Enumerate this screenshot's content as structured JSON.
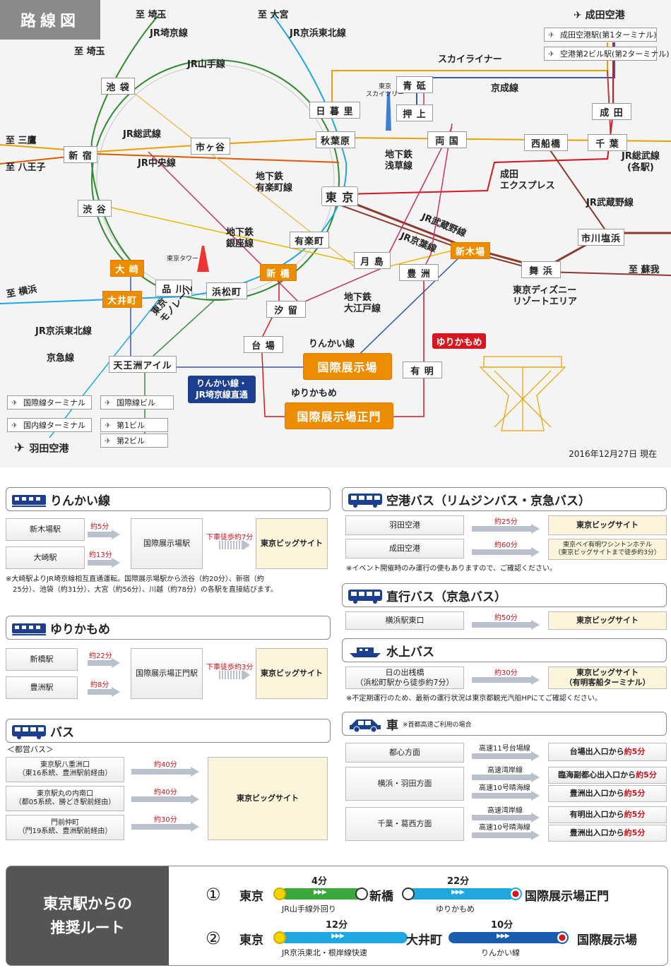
{
  "map": {
    "title": "路線図",
    "date": "2016年12月27日 現在",
    "narita": "成田空港",
    "narita_t1": "成田空港駅(第1ターミナル)",
    "narita_t2": "空港第2ビル駅(第2ターミナル)",
    "haneda": "羽田空港",
    "haneda_term": [
      "国際線ターミナル",
      "国内線ターミナル",
      "国際線ビル",
      "第1ビル",
      "第2ビル"
    ],
    "stations": {
      "ikebukuro": "池 袋",
      "shinjuku": "新 宿",
      "shibuya": "渋 谷",
      "ichigaya": "市ヶ谷",
      "nippori": "日 暮 里",
      "akihabara": "秋葉原",
      "tokyo": "東 京",
      "yurakucho": "有楽町",
      "shinbashi": "新 橋",
      "osaki": "大 崎",
      "oimachi": "大井町",
      "shinagawa": "品 川",
      "hamamatsucho": "浜松町",
      "shiodome": "汐 留",
      "tsukishima": "月 島",
      "toyosu": "豊 洲",
      "shinkiba": "新木場",
      "maihama": "舞 浜",
      "ichikawa": "市川塩浜",
      "aoto": "青 砥",
      "oshiage": "押 上",
      "ryogoku": "両 国",
      "nishifunabashi": "西船橋",
      "chiba": "千 葉",
      "naritast": "成 田",
      "daiba": "台 場",
      "tennozu": "天王洲アイル",
      "ariake": "有 明",
      "kokusai": "国際展示場",
      "seimon": "国際展示場正門"
    },
    "labels": {
      "l1": "至 埼玉",
      "l2": "JR埼京線",
      "l3": "至 大宮",
      "l4": "JR京浜東北線",
      "l5": "至 埼玉",
      "l6": "JR山手線",
      "l7": "スカイライナー",
      "l8": "京成線",
      "l9": "東京",
      "l10": "スカイツリー",
      "l11": "至 三鷹",
      "l12": "至 八王子",
      "l13": "JR総武線",
      "l14": "JR中央線",
      "l15": "地下鉄",
      "l16": "有楽町線",
      "l17": "地下鉄",
      "l18": "浅草線",
      "l19": "成田",
      "l20": "エクスプレス",
      "l21": "JR総武線",
      "l22": "(各駅)",
      "l23": "JR武蔵野線",
      "l24": "地下鉄",
      "l25": "銀座線",
      "l26": "JR武蔵野線",
      "l27": "JR京葉線",
      "l28": "東京タワー",
      "l29": "至 蘇我",
      "l30": "東京ディズニー",
      "l31": "リゾートエリア",
      "l32": "地下鉄",
      "l33": "大江戸線",
      "l34": "至 横浜",
      "l35": "JR京浜東北線",
      "l36": "東京",
      "l37": "モノレール",
      "l38": "京急線",
      "l39": "りんかい線",
      "l40": "ゆりかもめ"
    },
    "rinkai_jr": "りんかい線・\nJR埼京線直通",
    "yurikamome": "ゆりかもめ"
  },
  "rinkai": {
    "title": "りんかい線",
    "from": [
      "新木場駅",
      "大崎駅"
    ],
    "times": [
      "約5分",
      "約13分"
    ],
    "mid": "国際展示場駅",
    "walk": "下車徒歩約7分",
    "dest": "東京ビッグサイト",
    "note": "※大崎駅よりJR埼京線相互直通運転。国際展示場駅から渋谷（約20分）、新宿（約\n　25分）、池袋（約31分）、大宮（約56分）、川越（約78分）の各駅を直接結びます。"
  },
  "yurikamome": {
    "title": "ゆりかもめ",
    "from": [
      "新橋駅",
      "豊洲駅"
    ],
    "times": [
      "約22分",
      "約8分"
    ],
    "mid": "国際展示場正門駅",
    "walk": "下車徒歩約3分",
    "dest": "東京ビッグサイト"
  },
  "bus": {
    "title": "バス",
    "sub": "＜都営バス＞",
    "from": [
      "東京駅八重洲口\n（東16系統、豊洲駅前経由）",
      "東京駅丸の内南口\n（都05系統、勝どき駅前経由）",
      "門前仲町\n（門19系統、豊洲駅前経由）"
    ],
    "times": [
      "約40分",
      "約40分",
      "約30分"
    ],
    "dest": "東京ビッグサイト"
  },
  "airport_bus": {
    "title": "空港バス（リムジンバス・京急バス）",
    "from": [
      "羽田空港",
      "成田空港"
    ],
    "times": [
      "約25分",
      "約60分"
    ],
    "dest": [
      "東京ビッグサイト",
      "東京ベイ有明ワシントンホテル\n（東京ビッグサイトまで徒歩約3分）"
    ],
    "note": "※イベント開催時のみ運行の便もありますので、ご確認ください。"
  },
  "direct_bus": {
    "title": "直行バス（京急バス）",
    "from": "横浜駅東口",
    "time": "約50分",
    "dest": "東京ビッグサイト"
  },
  "water_bus": {
    "title": "水上バス",
    "from": "日の出桟橋\n（浜松町駅から徒歩約7分）",
    "time": "約30分",
    "dest": "東京ビッグサイト\n（有明客船ターミナル）",
    "note": "※不定期運行のため、最新の運行状況は東京都観光汽船HPにてご確認ください。"
  },
  "car": {
    "title": "車",
    "sub": "※首都高速ご利用の場合",
    "from": [
      "都心方面",
      "横浜・羽田方面",
      "千葉・葛西方面"
    ],
    "routes": [
      "高速11号台場線",
      "高速湾岸線",
      "高速10号晴海線",
      "高速湾岸線",
      "高速10号晴海線"
    ],
    "dest": [
      "台場出入口から",
      "臨海副都心出入口から",
      "豊洲出入口から",
      "有明出入口から",
      "豊洲出入口から"
    ],
    "mins": [
      "約5分",
      "約5分",
      "約5分",
      "約5分",
      "約5分"
    ]
  },
  "recommend": {
    "title1": "東京駅からの",
    "title2": "推奨ルート",
    "r1": {
      "num": "①",
      "from": "東京",
      "t1": "4分",
      "line1": "JR山手線外回り",
      "via": "新橋",
      "t2": "22分",
      "line2": "ゆりかもめ",
      "to": "国際展示場正門"
    },
    "r2": {
      "num": "②",
      "from": "東京",
      "t1": "12分",
      "line1": "JR京浜東北・根岸線快速",
      "via": "大井町",
      "t2": "10分",
      "line2": "りんかい線",
      "to": "国際展示場"
    },
    "colors": {
      "yamanote": "#3aa83a",
      "yurikamome": "#1ea7e1",
      "keihin": "#1ea7e1",
      "rinkai": "#1a5cb0"
    }
  }
}
